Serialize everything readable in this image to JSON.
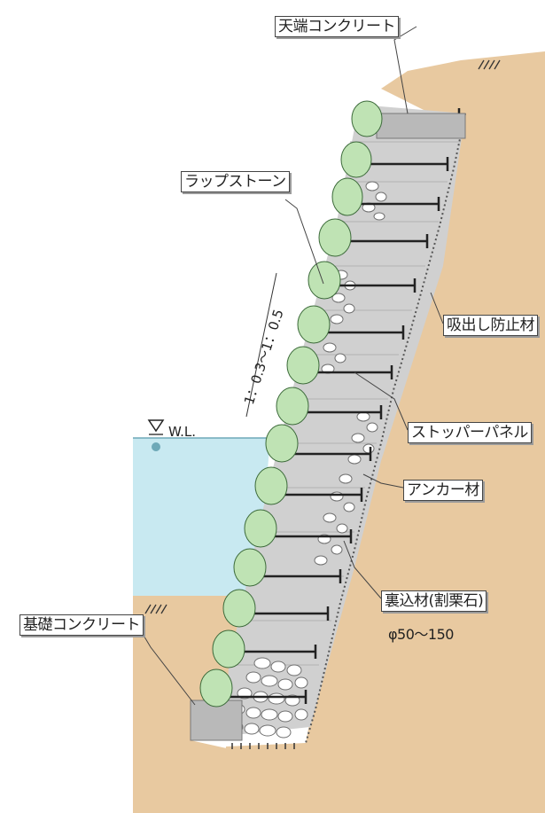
{
  "labels": {
    "crown_concrete": "天端コンクリート",
    "rubble_stone": "ラップストーン",
    "slope_ratio": "1：0.3～1：0.5",
    "water_level": "W.L.",
    "drain_protection": "吸出し防止材",
    "stopper_panel": "ストッパーパネル",
    "anchor_member": "アンカー材",
    "backfill_material": "裏込材(割栗石)",
    "backfill_size": "φ50～150",
    "foundation_concrete": "基礎コンクリート"
  },
  "colors": {
    "soil": "#e8c9a0",
    "water": "#c8e9f1",
    "stone": "#bfe3b4",
    "panel": "#cfcfcf",
    "concrete": "#b9b9b9"
  }
}
